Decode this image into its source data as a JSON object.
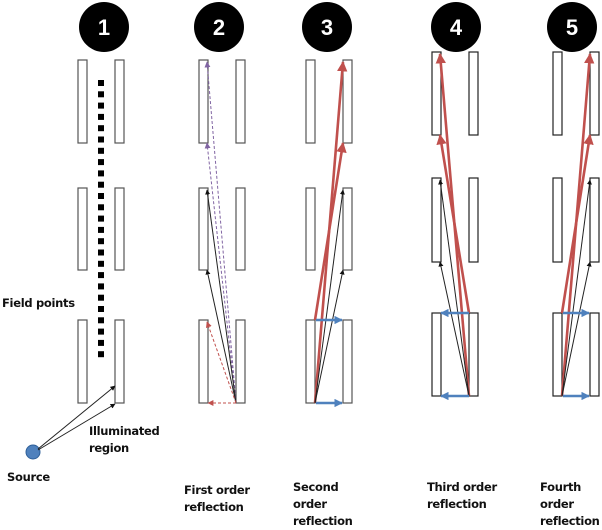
{
  "panels": [
    {
      "number": "1",
      "caption_lines": []
    },
    {
      "number": "2",
      "caption_lines": [
        "First order",
        "reflection"
      ]
    },
    {
      "number": "3",
      "caption_lines": [
        "Second",
        "order",
        "reflection"
      ]
    },
    {
      "number": "4",
      "caption_lines": [
        "Third order",
        "reflection"
      ]
    },
    {
      "number": "5",
      "caption_lines": [
        "Fourth",
        "order",
        "reflection"
      ]
    }
  ],
  "labels": {
    "field_points": "Field points",
    "illuminated_region": [
      "Illuminated",
      "region"
    ],
    "source": "Source"
  },
  "colors": {
    "badge": "#000000",
    "wall_stroke": "#555555",
    "direct_ray": "#222222",
    "first_order_ray": "#c0504d",
    "second_order_ray": "#8064a2",
    "higher_order_ray": "#c0504d",
    "reflection_arrow": "#4f81bd",
    "source_fill": "#4f81bd",
    "source_stroke": "#2e5f99"
  },
  "legend_items": {
    "source_icon": "source-point",
    "field_points_icon": "dotted-line-of-field-points"
  }
}
